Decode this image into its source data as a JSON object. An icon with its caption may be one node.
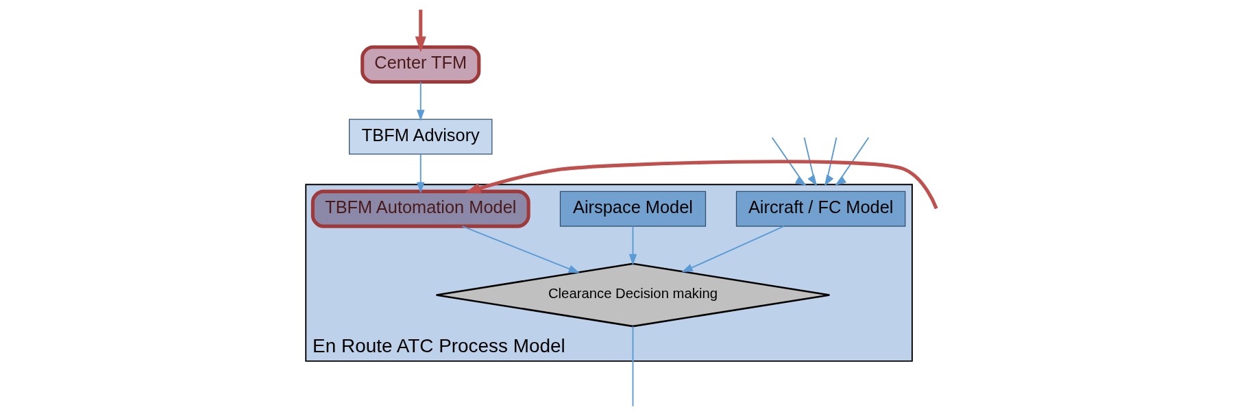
{
  "diagram": {
    "nodes": [
      {
        "text": [
          "En Route ATC Process Model"
        ]
      },
      {
        "text": [
          "Aircraft / FC Model"
        ],
        "in": 0
      },
      {
        "text": [
          "Airspace Model"
        ],
        "in": 0
      },
      {
        "text": [
          "TBFM Automation Model"
        ],
        "in": 0
      },
      {
        "text": [
          "Clearance Decision making"
        ],
        "in": 0
      },
      {
        "text": [
          "TBFM Advisory"
        ]
      },
      {
        "text": [
          "Center TFM"
        ]
      }
    ],
    "edges": [
      {
        "from": null,
        "to": 0,
        "arrow": "to"
      },
      {
        "from": null,
        "to": 0,
        "arrow": "to"
      },
      {
        "from": 1,
        "to": 4,
        "arrow": "to"
      },
      {
        "from": 2,
        "to": 4,
        "arrow": "to"
      },
      {
        "from": 3,
        "to": 4,
        "arrow": "to"
      },
      {
        "from": 5,
        "to": 3,
        "arrow": "to"
      },
      {
        "from": 6,
        "to": 5,
        "arrow": "to"
      },
      {
        "from": null,
        "to": 0,
        "arrow": "to"
      },
      {
        "from": null,
        "to": 0,
        "arrow": "to"
      },
      {
        "from": 4,
        "to": null,
        "arrow": "none"
      },
      {
        "from": null,
        "to": 3,
        "arrow": "to",
        "style": "thick",
        "color": "#c0504d"
      },
      {
        "from": null,
        "to": 6,
        "arrow": "to",
        "style": "thick",
        "color": "#c0504d"
      }
    ]
  }
}
